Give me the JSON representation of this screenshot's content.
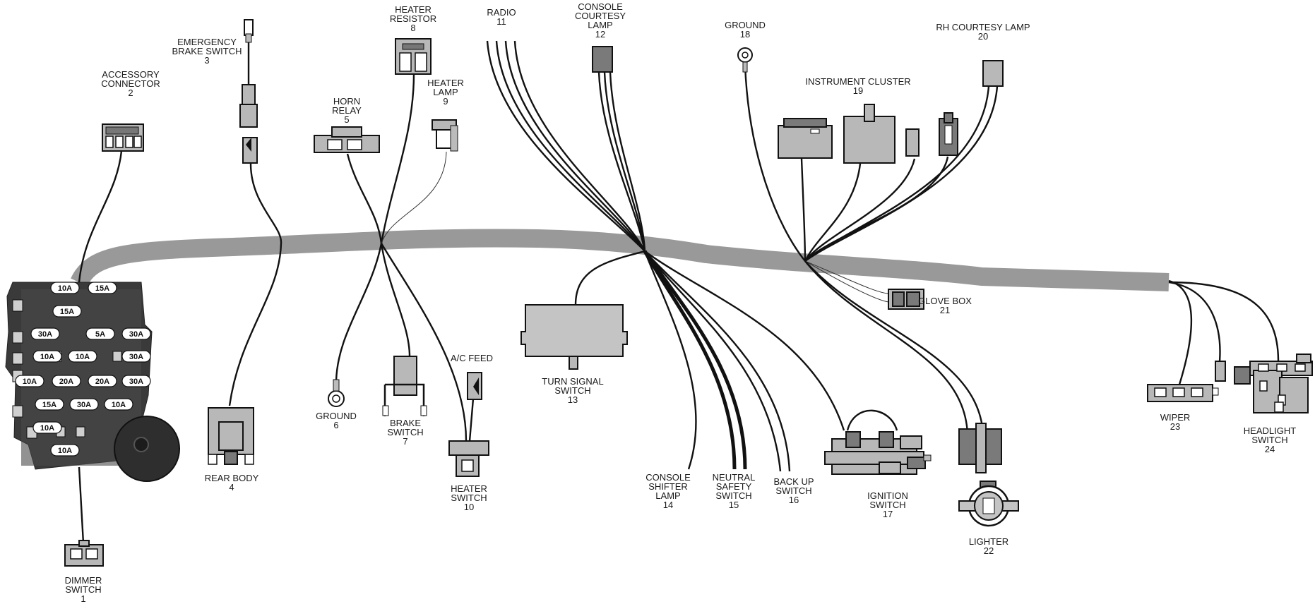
{
  "diagram": {
    "components": [
      {
        "id": "dimmer-switch",
        "name": "DIMMER\nSWITCH",
        "number": "1"
      },
      {
        "id": "accessory-connector",
        "name": "ACCESSORY\nCONNECTOR",
        "number": "2"
      },
      {
        "id": "emergency-brake-switch",
        "name": "EMERGENCY\nBRAKE SWITCH",
        "number": "3"
      },
      {
        "id": "rear-body",
        "name": "REAR BODY",
        "number": "4"
      },
      {
        "id": "horn-relay",
        "name": "HORN\nRELAY",
        "number": "5"
      },
      {
        "id": "ground-6",
        "name": "GROUND",
        "number": "6"
      },
      {
        "id": "brake-switch",
        "name": "BRAKE\nSWITCH",
        "number": "7"
      },
      {
        "id": "heater-resistor",
        "name": "HEATER\nRESISTOR",
        "number": "8"
      },
      {
        "id": "heater-lamp",
        "name": "HEATER\nLAMP",
        "number": "9"
      },
      {
        "id": "heater-switch",
        "name": "HEATER\nSWITCH",
        "number": "10"
      },
      {
        "id": "radio",
        "name": "RADIO",
        "number": "11"
      },
      {
        "id": "console-courtesy-lamp",
        "name": "CONSOLE\nCOURTESY\nLAMP",
        "number": "12"
      },
      {
        "id": "turn-signal-switch",
        "name": "TURN SIGNAL\nSWITCH",
        "number": "13"
      },
      {
        "id": "console-shifter-lamp",
        "name": "CONSOLE\nSHIFTER\nLAMP",
        "number": "14"
      },
      {
        "id": "neutral-safety-switch",
        "name": "NEUTRAL\nSAFETY\nSWITCH",
        "number": "15"
      },
      {
        "id": "back-up-switch",
        "name": "BACK UP\nSWITCH",
        "number": "16"
      },
      {
        "id": "ignition-switch",
        "name": "IGNITION\nSWITCH",
        "number": "17"
      },
      {
        "id": "ground-18",
        "name": "GROUND",
        "number": "18"
      },
      {
        "id": "instrument-cluster",
        "name": "INSTRUMENT CLUSTER",
        "number": "19"
      },
      {
        "id": "rh-courtesy-lamp",
        "name": "RH COURTESY LAMP",
        "number": "20"
      },
      {
        "id": "glove-box",
        "name": "GLOVE BOX",
        "number": "21"
      },
      {
        "id": "lighter",
        "name": "LIGHTER",
        "number": "22"
      },
      {
        "id": "wiper",
        "name": "WIPER",
        "number": "23"
      },
      {
        "id": "headlight-switch",
        "name": "HEADLIGHT\nSWITCH",
        "number": "24"
      }
    ],
    "ac_feed_label": "A/C FEED",
    "fuse_block": {
      "fuses": [
        "10A",
        "15A",
        "15A",
        "30A",
        "5A",
        "30A",
        "10A",
        "10A",
        "30A",
        "10A",
        "20A",
        "20A",
        "30A",
        "15A",
        "30A",
        "10A",
        "10A",
        "10A"
      ]
    },
    "colors": {
      "harness": "#999999",
      "connector": "#b8b8b8",
      "fuse_block": "#3a3a3a",
      "wire": "#111111"
    }
  }
}
